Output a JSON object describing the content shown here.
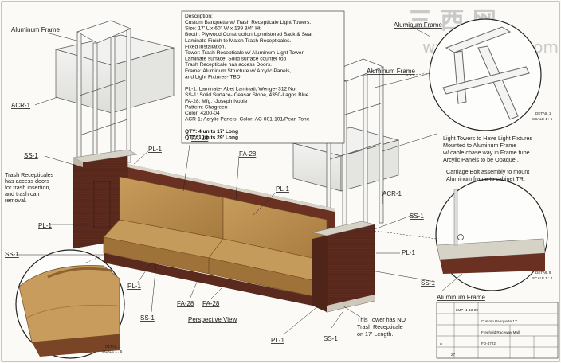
{
  "watermark": {
    "cn": "三 西 网",
    "url": "www.3dmox.com"
  },
  "description": {
    "heading": "Description:",
    "lines": [
      "Custom Banquette w/ Trash Recepticale Light Towers.",
      "   Size: 17' L x 60\" W x  139 3/4\" Ht.",
      "Booth: Plywood Construction,Upholstered Back & Seat",
      "         Laminate Finish to Match Trash Recepticales.",
      "         Fixed Installation.",
      "Tower:  Trash Recepticale w/ Aluminum Light Tower",
      "          Laminate surface, Solid surface counter top",
      "          Trash Recepticale has access Doors.",
      "Frame: Aluminum Structure w/ Arcylic Panels,",
      "          and Light Fixtures- TBD",
      "",
      "PL-1:  Laminate-  Abet Laminati,  Wenge- 312 Nut",
      "SS-1:  Solid Surface- Ceasar Stone,  4350-Lagos Blue",
      "FA-28:  Mfg. -Joseph Noble",
      "           Pattern: Shagreen",
      "           Color: 4200-04",
      "ACR-1: Acrylic Panels-  Color: AC-801-101/Pearl Tone",
      "",
      "QTY:  4 units 17' Long",
      "QTY:  1 units 29' Long"
    ]
  },
  "labels": {
    "aluminum_frame": "Aluminum Frame",
    "acr1": "ACR-1",
    "ss1": "SS-1",
    "pl1": "PL-1",
    "fa28": "FA-28",
    "perspective_view": "Perspective View"
  },
  "notes": {
    "trash": [
      "Trash Recepticales",
      "has access doors",
      "for trash insertion,",
      "and trash can",
      "removal."
    ],
    "light": [
      "Light Towers to Have Light Fixtures",
      "Mounted to Aluminum Frame",
      "w/ cable chase way in Frame tube.",
      "Arcylic Panels to be Opaque ."
    ],
    "bolt": [
      "Carriage Bolt assembly to mount",
      "Aluminum frame to cabinet TR."
    ],
    "no_tower": [
      "This Tower has NO",
      "Trash Recepticale",
      "on 17' Length."
    ]
  },
  "details": {
    "d1": [
      "DETAIL 1",
      "SCALE 1 : 5"
    ],
    "d9": [
      "DETAIL 9",
      "SCALE 1 : 2"
    ],
    "dbottom": [
      "DETAIL 1",
      "SCALE 1 : 5"
    ]
  },
  "title_block": {
    "drawn": "LMP",
    "date": "4-13-09",
    "name": "Custom Banquette 17'",
    "project": "Freehold Raceway Mall",
    "size": "A",
    "dwg_no": "FD-4722",
    "sheet": "27"
  },
  "colors": {
    "wood_dark": "#5a2a1e",
    "wood_mid": "#6f3526",
    "leather": "#b48748",
    "leather_light": "#c79c5c",
    "counter": "#d7d2c6",
    "frame": "#e9e9e6"
  }
}
